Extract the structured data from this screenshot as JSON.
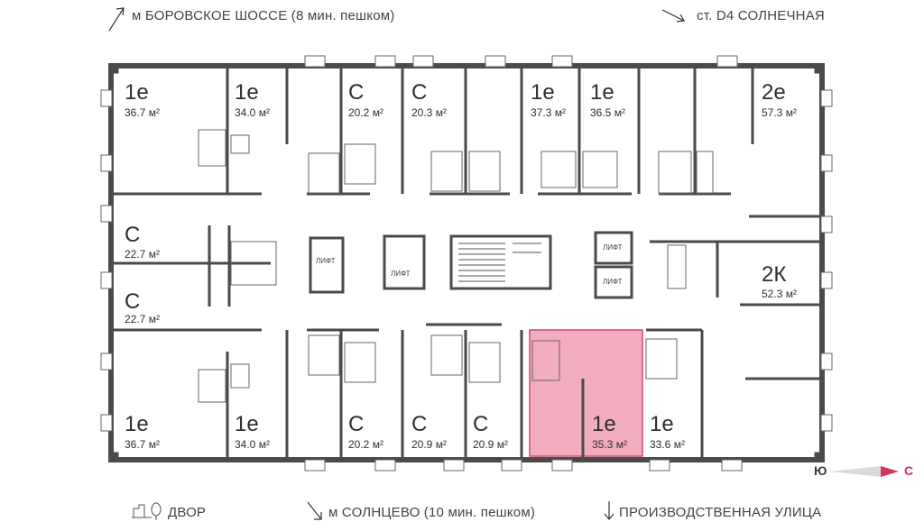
{
  "captions": {
    "top_left": "м БОРОВСКОЕ ШОССЕ (8 мин. пешком)",
    "top_right": "ст. D4 СОЛНЕЧНАЯ",
    "bottom_courtyard": "ДВОР",
    "bottom_metro": "м СОЛНЦЕВО (10 мин. пешком)",
    "bottom_street": "ПРОИЗВОДСТВЕННАЯ УЛИЦА"
  },
  "compass": {
    "left": "Ю",
    "right": "С",
    "color": "#d6335b"
  },
  "colors": {
    "wall": "#4a4a4a",
    "highlight_fill": "#ef9db3",
    "highlight_stroke": "#cf4a72"
  },
  "lift_label": "ЛИФТ",
  "apartments": [
    {
      "id": "apt-1e-36-7-top",
      "type": "1е",
      "area": "36.7 м²",
      "highlighted": false
    },
    {
      "id": "apt-1e-34-0-top",
      "type": "1е",
      "area": "34.0 м²",
      "highlighted": false
    },
    {
      "id": "apt-c-20-2-top",
      "type": "С",
      "area": "20.2 м²",
      "highlighted": false
    },
    {
      "id": "apt-c-20-3-top",
      "type": "С",
      "area": "20.3 м²",
      "highlighted": false
    },
    {
      "id": "apt-1e-37-3-top",
      "type": "1е",
      "area": "37.3 м²",
      "highlighted": false
    },
    {
      "id": "apt-1e-36-5-top",
      "type": "1е",
      "area": "36.5 м²",
      "highlighted": false
    },
    {
      "id": "apt-2e-57-3",
      "type": "2е",
      "area": "57.3 м²",
      "highlighted": false
    },
    {
      "id": "apt-c-22-7-a",
      "type": "С",
      "area": "22.7 м²",
      "highlighted": false
    },
    {
      "id": "apt-c-22-7-b",
      "type": "С",
      "area": "22.7 м²",
      "highlighted": false
    },
    {
      "id": "apt-2k-52-3",
      "type": "2К",
      "area": "52.3 м²",
      "highlighted": false
    },
    {
      "id": "apt-1e-36-7-bottom",
      "type": "1е",
      "area": "36.7 м²",
      "highlighted": false
    },
    {
      "id": "apt-1e-34-0-bottom",
      "type": "1е",
      "area": "34.0 м²",
      "highlighted": false
    },
    {
      "id": "apt-c-20-2-bottom",
      "type": "С",
      "area": "20.2 м²",
      "highlighted": false
    },
    {
      "id": "apt-c-20-9-a",
      "type": "С",
      "area": "20.9 м²",
      "highlighted": false
    },
    {
      "id": "apt-c-20-9-b",
      "type": "С",
      "area": "20.9 м²",
      "highlighted": false
    },
    {
      "id": "apt-1e-35-3",
      "type": "1е",
      "area": "35.3 м²",
      "highlighted": true
    },
    {
      "id": "apt-1e-33-6",
      "type": "1е",
      "area": "33.6 м²",
      "highlighted": false
    }
  ]
}
